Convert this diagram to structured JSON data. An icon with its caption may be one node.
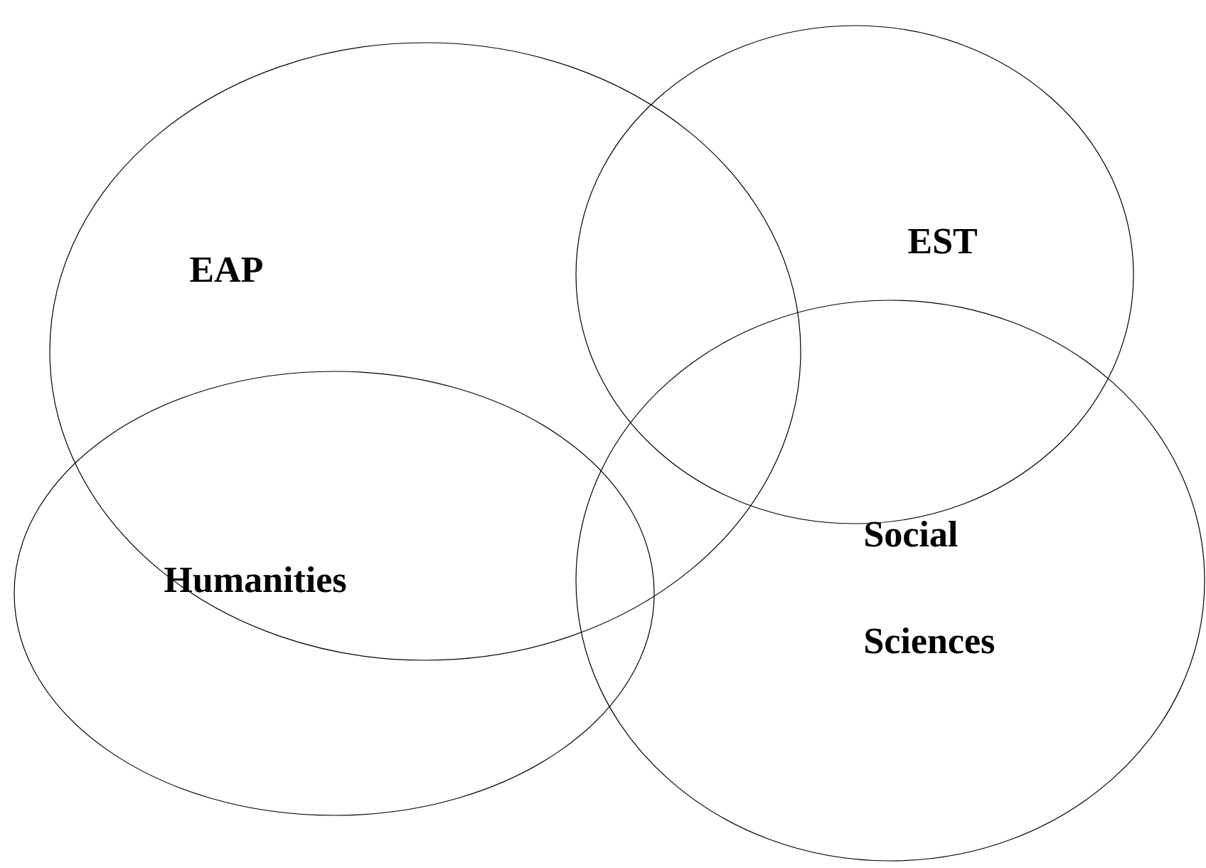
{
  "diagram": {
    "nodes": [
      {
        "text": [
          "EAP"
        ]
      },
      {
        "text": [
          "EST"
        ]
      },
      {
        "text": [
          "Humanities"
        ]
      },
      {
        "text": [
          "Social Sciences"
        ]
      }
    ]
  }
}
